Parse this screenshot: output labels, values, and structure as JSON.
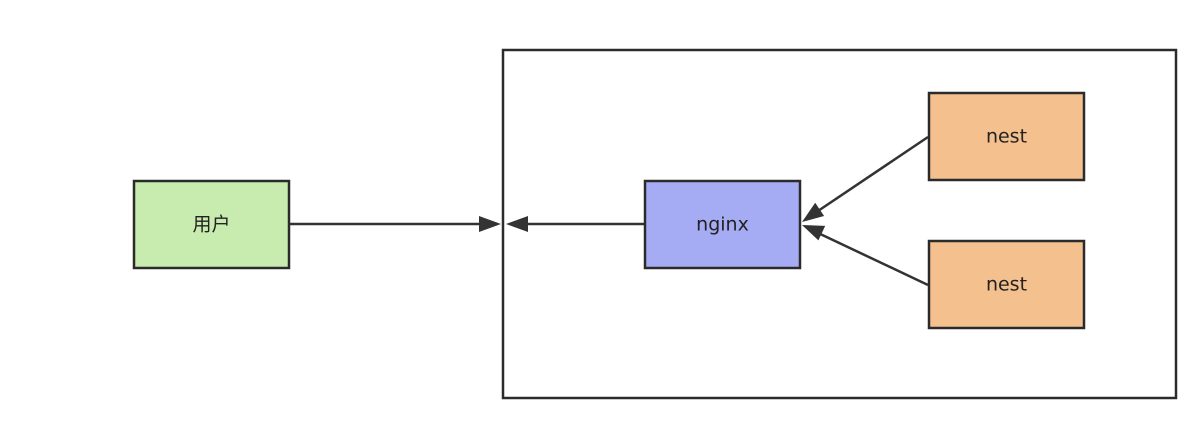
{
  "diagram": {
    "nodes": {
      "user": {
        "label": "用户",
        "color": "#c8ebb0"
      },
      "nginx": {
        "label": "nginx",
        "color": "#a6acf4"
      },
      "nest_top": {
        "label": "nest",
        "color": "#f4c08e"
      },
      "nest_bottom": {
        "label": "nest",
        "color": "#f4c08e"
      }
    },
    "edges": [
      {
        "from": "user",
        "to": "container"
      },
      {
        "from": "nginx",
        "to": "container"
      },
      {
        "from": "nest_top",
        "to": "nginx"
      },
      {
        "from": "nest_bottom",
        "to": "nginx"
      }
    ]
  }
}
